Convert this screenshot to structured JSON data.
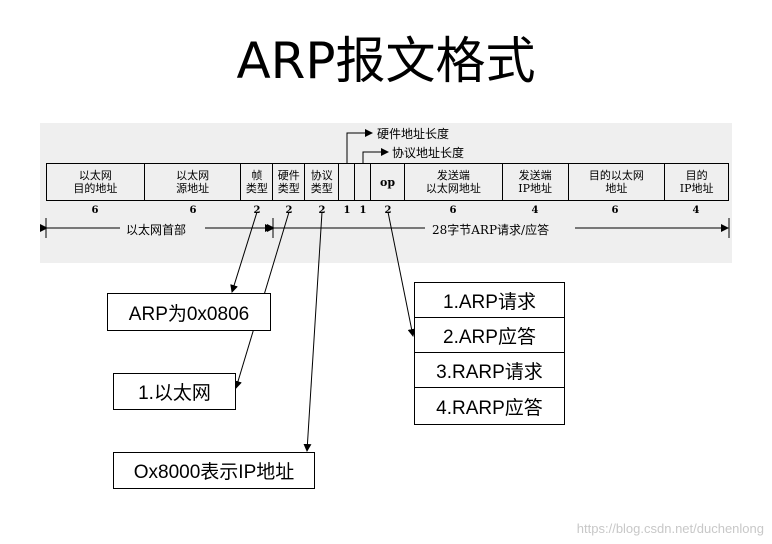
{
  "title": "ARP报文格式",
  "fields": [
    {
      "label": "以太网\n目的地址",
      "size": "6"
    },
    {
      "label": "以太网\n源地址",
      "size": "6"
    },
    {
      "label": "帧\n类型",
      "size": "2"
    },
    {
      "label": "硬件\n类型",
      "size": "2"
    },
    {
      "label": "协议\n类型",
      "size": "2"
    },
    {
      "label": "",
      "size": "1"
    },
    {
      "label": "",
      "size": "1"
    },
    {
      "label": "op",
      "size": "2"
    },
    {
      "label": "发送端\n以太网地址",
      "size": "6"
    },
    {
      "label": "发送端\nIP地址",
      "size": "4"
    },
    {
      "label": "目的以太网\n地址",
      "size": "6"
    },
    {
      "label": "目的\nIP地址",
      "size": "4"
    }
  ],
  "annotations": {
    "hw_addr_len": "硬件地址长度",
    "proto_addr_len": "协议地址长度"
  },
  "spans": {
    "ethernet_header": "以太网首部",
    "arp_body": "28字节ARP请求/应答"
  },
  "notes": {
    "frame_type": "ARP为0x0806",
    "hardware_type": "1.以太网",
    "protocol_type": "Ox8000表示IP地址"
  },
  "op_values": [
    "1.ARP请求",
    "2.ARP应答",
    "3.RARP请求",
    "4.RARP应答"
  ],
  "watermark": "https://blog.csdn.net/duchenlong"
}
